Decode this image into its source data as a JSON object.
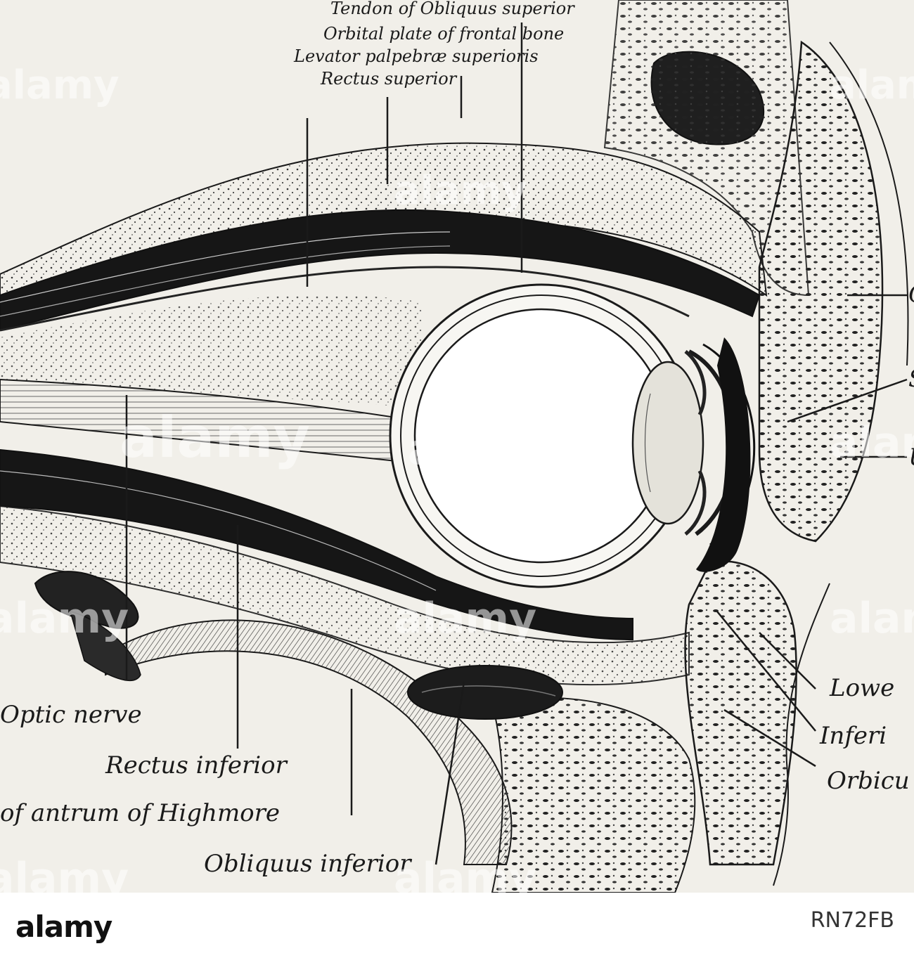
{
  "figure": {
    "labels": {
      "tendon_obliquus_superior": "Tendon of Obliquus superior",
      "orbital_plate": "Orbital plate of frontal bone",
      "levator_palpebrae": "Levator palpebræ superioris",
      "rectus_superior": "Rectus superior",
      "optic_nerve": "Optic nerve",
      "rectus_inferior": "Rectus inferior",
      "antrum": "of antrum of Highmore",
      "obliquus_inferior": "Obliquus inferior",
      "lower": "Lowe",
      "inferior": "Inferi",
      "orbicularis": "Orbicu",
      "right_c": "C",
      "right_s": "S",
      "right_u": "U"
    }
  },
  "watermark": {
    "text": "alamy"
  },
  "footer": {
    "logo": "alamy",
    "stock_id": "RN72FB"
  },
  "colors": {
    "ink": "#1a1a1a",
    "paper": "#f1efe9",
    "watermark": "#ffffff"
  }
}
